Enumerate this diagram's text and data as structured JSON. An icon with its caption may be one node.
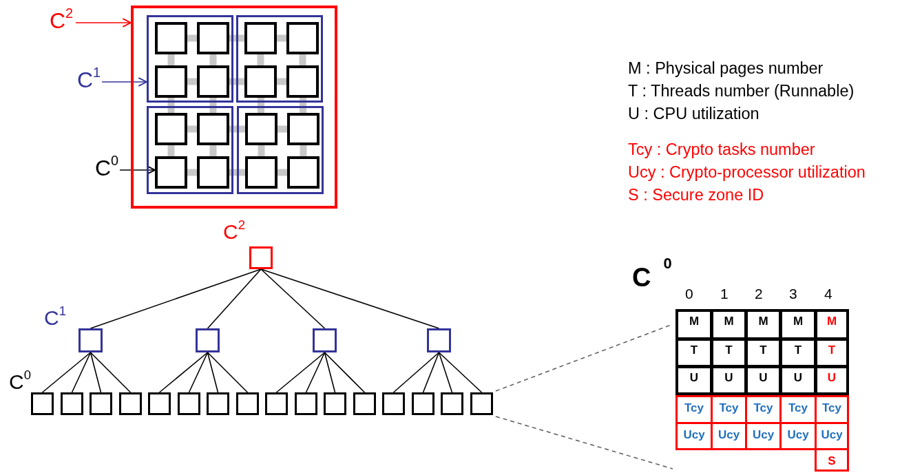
{
  "diagram": {
    "nodes": [
      {
        "text": [
          "C$^{2}$"
        ]
      },
      {
        "text": [
          "C$^{1}$"
        ]
      },
      {
        "text": [
          "C$^{0}$"
        ]
      },
      {
        "text": [],
        "shape": "box"
      },
      {
        "text": [],
        "shape": "box",
        "in": 3
      },
      {
        "text": [],
        "shape": "box",
        "in": 3
      },
      {
        "text": [],
        "shape": "box",
        "in": 3
      },
      {
        "text": [],
        "shape": "box",
        "in": 3
      },
      {
        "text": [],
        "shape": "box",
        "in": 4
      },
      {
        "text": [],
        "shape": "box",
        "in": 4
      },
      {
        "text": [],
        "shape": "box",
        "in": 4
      },
      {
        "text": [],
        "shape": "box",
        "in": 4
      },
      {
        "text": [],
        "shape": "box",
        "in": 5
      },
      {
        "text": [],
        "shape": "box",
        "in": 5
      },
      {
        "text": [],
        "shape": "box",
        "in": 5
      },
      {
        "text": [],
        "shape": "box",
        "in": 5
      },
      {
        "text": [],
        "shape": "box",
        "in": 6
      },
      {
        "text": [],
        "shape": "box",
        "in": 6
      },
      {
        "text": [],
        "shape": "box",
        "in": 6
      },
      {
        "text": [],
        "shape": "box",
        "in": 6
      },
      {
        "text": [],
        "shape": "box",
        "in": 7
      },
      {
        "text": [],
        "shape": "box",
        "in": 7
      },
      {
        "text": [],
        "shape": "box",
        "in": 7
      },
      {
        "text": [],
        "shape": "box",
        "in": 7
      },
      {
        "text": [],
        "shape": "box",
        "beside": [
          "C$^{2}$"
        ]
      },
      {
        "text": [],
        "shape": "box",
        "beside": [
          "C$^{1}$"
        ]
      },
      {
        "text": [],
        "shape": "box"
      },
      {
        "text": [],
        "shape": "box"
      },
      {
        "text": [],
        "shape": "box"
      },
      {
        "text": [],
        "shape": "box",
        "beside": [
          "C$^{0}$"
        ]
      },
      {
        "text": [],
        "shape": "box"
      },
      {
        "text": [],
        "shape": "box"
      },
      {
        "text": [],
        "shape": "box"
      },
      {
        "text": [],
        "shape": "box"
      },
      {
        "text": [],
        "shape": "box"
      },
      {
        "text": [],
        "shape": "box"
      },
      {
        "text": [],
        "shape": "box"
      },
      {
        "text": [],
        "shape": "box"
      },
      {
        "text": [],
        "shape": "box"
      },
      {
        "text": [],
        "shape": "box"
      },
      {
        "text": [],
        "shape": "box"
      },
      {
        "text": [],
        "shape": "box"
      },
      {
        "text": [],
        "shape": "box"
      },
      {
        "text": [],
        "shape": "box"
      },
      {
        "text": [],
        "shape": "box"
      },
      {
        "text": [
          "C$^{0}$"
        ]
      }
    ],
    "edges": [
      {
        "from": 0,
        "to": 3,
        "arrow": "to",
        "color": "#ff0000"
      },
      {
        "from": 1,
        "to": 4,
        "arrow": "to",
        "color": "#333399"
      },
      {
        "from": 2,
        "to": 18,
        "arrow": "to",
        "color": "#000000"
      },
      {
        "from": 8,
        "to": 9,
        "arrow": "none",
        "style": "thick"
      },
      {
        "from": 9,
        "to": 12,
        "arrow": "none",
        "style": "thick"
      },
      {
        "from": 12,
        "to": 13,
        "arrow": "none",
        "style": "thick"
      },
      {
        "from": 10,
        "to": 11,
        "arrow": "none",
        "style": "thick"
      },
      {
        "from": 11,
        "to": 14,
        "arrow": "none",
        "style": "thick"
      },
      {
        "from": 14,
        "to": 15,
        "arrow": "none",
        "style": "thick"
      },
      {
        "from": 16,
        "to": 17,
        "arrow": "none",
        "style": "thick"
      },
      {
        "from": 17,
        "to": 20,
        "arrow": "none",
        "style": "thick"
      },
      {
        "from": 20,
        "to": 21,
        "arrow": "none",
        "style": "thick"
      },
      {
        "from": 18,
        "to": 19,
        "arrow": "none",
        "style": "thick"
      },
      {
        "from": 19,
        "to": 22,
        "arrow": "none",
        "style": "thick"
      },
      {
        "from": 22,
        "to": 23,
        "arrow": "none",
        "style": "thick"
      },
      {
        "from": 8,
        "to": 10,
        "arrow": "none",
        "style": "thick"
      },
      {
        "from": 10,
        "to": 16,
        "arrow": "none",
        "style": "thick"
      },
      {
        "from": 16,
        "to": 18,
        "arrow": "none",
        "style": "thick"
      },
      {
        "from": 9,
        "to": 11,
        "arrow": "none",
        "style": "thick"
      },
      {
        "from": 11,
        "to": 17,
        "arrow": "none",
        "style": "thick"
      },
      {
        "from": 17,
        "to": 19,
        "arrow": "none",
        "style": "thick"
      },
      {
        "from": 12,
        "to": 14,
        "arrow": "none",
        "style": "thick"
      },
      {
        "from": 14,
        "to": 20,
        "arrow": "none",
        "style": "thick"
      },
      {
        "from": 20,
        "to": 22,
        "arrow": "none",
        "style": "thick"
      },
      {
        "from": 13,
        "to": 15,
        "arrow": "none",
        "style": "thick"
      },
      {
        "from": 15,
        "to": 21,
        "arrow": "none",
        "style": "thick"
      },
      {
        "from": 21,
        "to": 23,
        "arrow": "none",
        "style": "thick"
      },
      {
        "from": 24,
        "to": 25,
        "arrow": "none",
        "color": "#000000"
      },
      {
        "from": 24,
        "to": 26,
        "arrow": "none",
        "color": "#000000"
      },
      {
        "from": 24,
        "to": 27,
        "arrow": "none",
        "color": "#000000"
      },
      {
        "from": 24,
        "to": 28,
        "arrow": "none",
        "color": "#000000"
      },
      {
        "from": 25,
        "to": 29,
        "arrow": "none",
        "color": "#000000"
      },
      {
        "from": 25,
        "to": 30,
        "arrow": "none",
        "color": "#000000"
      },
      {
        "from": 25,
        "to": 31,
        "arrow": "none",
        "color": "#000000"
      },
      {
        "from": 25,
        "to": 32,
        "arrow": "none",
        "color": "#000000"
      },
      {
        "from": 26,
        "to": 33,
        "arrow": "none",
        "color": "#000000"
      },
      {
        "from": 26,
        "to": 34,
        "arrow": "none",
        "color": "#000000"
      },
      {
        "from": 26,
        "to": 35,
        "arrow": "none",
        "color": "#000000"
      },
      {
        "from": 26,
        "to": 36,
        "arrow": "none",
        "color": "#000000"
      },
      {
        "from": 27,
        "to": 37,
        "arrow": "none",
        "color": "#000000"
      },
      {
        "from": 27,
        "to": 38,
        "arrow": "none",
        "color": "#000000"
      },
      {
        "from": 27,
        "to": 39,
        "arrow": "none",
        "color": "#000000"
      },
      {
        "from": 27,
        "to": 40,
        "arrow": "none",
        "color": "#000000"
      },
      {
        "from": 28,
        "to": 41,
        "arrow": "none",
        "color": "#000000"
      },
      {
        "from": 28,
        "to": 42,
        "arrow": "none",
        "color": "#000000"
      },
      {
        "from": 28,
        "to": 43,
        "arrow": "none",
        "color": "#000000"
      },
      {
        "from": 28,
        "to": 44,
        "arrow": "none",
        "color": "#000000"
      },
      {
        "from": 44,
        "to": 45,
        "arrow": "none",
        "style": "dashed",
        "color": "#595959"
      },
      {
        "from": 44,
        "to": 45,
        "arrow": "none",
        "style": "dashed",
        "color": "#595959"
      }
    ],
    "labels": [
      "M : Physical pages number",
      "T : Threads number (Runnable)",
      "U : CPU utilization",
      "Tcy : Crypto tasks number",
      "Ucy : Crypto-processor utilization",
      "S : Secure zone ID",
      "0",
      "1",
      "2",
      "3",
      "4",
      "M",
      "M",
      "M",
      "M",
      "M",
      "T",
      "T",
      "T",
      "T",
      "T",
      "U",
      "U",
      "U",
      "U",
      "U",
      "Tcy",
      "Tcy",
      "Tcy",
      "Tcy",
      "Tcy",
      "Ucy",
      "Ucy",
      "Ucy",
      "Ucy",
      "Ucy",
      "S"
    ]
  }
}
